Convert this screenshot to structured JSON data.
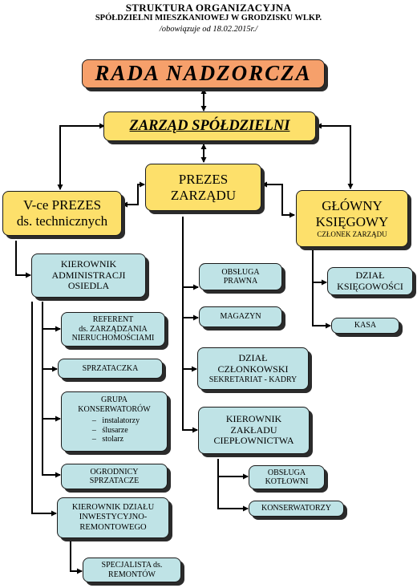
{
  "header": {
    "title": "STRUKTURA ORGANIZACYJNA",
    "subtitle": "SPÓŁDZIELNI MIESZKANIOWEJ W GRODZISKU WLKP.",
    "date_note": "/obowiązuje od 18.02.2015r./"
  },
  "colors": {
    "orange": "#f6a06b",
    "yellow": "#fde06b",
    "teal": "#bfe3e6",
    "line": "#000000"
  },
  "nodes": {
    "rada": "RADA NADZORCZA",
    "zarzad": "ZARZĄD SPÓŁDZIELNI",
    "prezes": {
      "line1": "PREZES",
      "line2": "ZARZĄDU"
    },
    "vce": {
      "line1": "V-ce PREZES",
      "line2": "ds. technicznych"
    },
    "ksiegowy": {
      "line1": "GŁÓWNY",
      "line2": "KSIĘGOWY",
      "line3": "CZŁONEK ZARZĄDU"
    },
    "kierownik_adm": {
      "line1": "KIEROWNIK",
      "line2": "ADMINISTRACJI",
      "line3": "OSIEDLA"
    },
    "referent": {
      "line1": "REFERENT",
      "line2": "ds. ZARZĄDZANIA",
      "line3": "NIERUCHOMOŚCIAMI"
    },
    "sprzataczka": "SPRZATACZKA",
    "grupa": {
      "line1": "GRUPA",
      "line2": "KONSERWATORÓW",
      "items": [
        "instalatorzy",
        "ślusarze",
        "stolarz"
      ],
      "bullet": "–"
    },
    "ogrodnicy": {
      "line1": "OGRODNICY",
      "line2": "SPRZATACZE"
    },
    "kierownik_inw": {
      "line1": "KIEROWNIK DZIAŁU",
      "line2": "INWESTYCYJNO-",
      "line3": "REMONTOWEGO"
    },
    "specjalista": {
      "line1": "SPECJALISTA ds.",
      "line2": "REMONTÓW"
    },
    "obsluga_prawna": {
      "line1": "OBSŁUGA",
      "line2": "PRAWNA"
    },
    "magazyn": "MAGAZYN",
    "dzial_czlonkowski": {
      "line1": "DZIAŁ",
      "line2": "CZŁONKOWSKI",
      "line3": "SEKRETARIAT - KADRY"
    },
    "kierownik_ciepl": {
      "line1": "KIEROWNIK",
      "line2": "ZAKŁADU",
      "line3": "CIEPŁOWNICTWA"
    },
    "obsluga_kotlowni": {
      "line1": "OBSŁUGA",
      "line2": "KOTŁOWNI"
    },
    "konserwatorzy": "KONSERWATORZY",
    "dzial_ksiegowosci": {
      "line1": "DZIAŁ",
      "line2": "KSIĘGOWOŚCI"
    },
    "kasa": "KASA"
  }
}
